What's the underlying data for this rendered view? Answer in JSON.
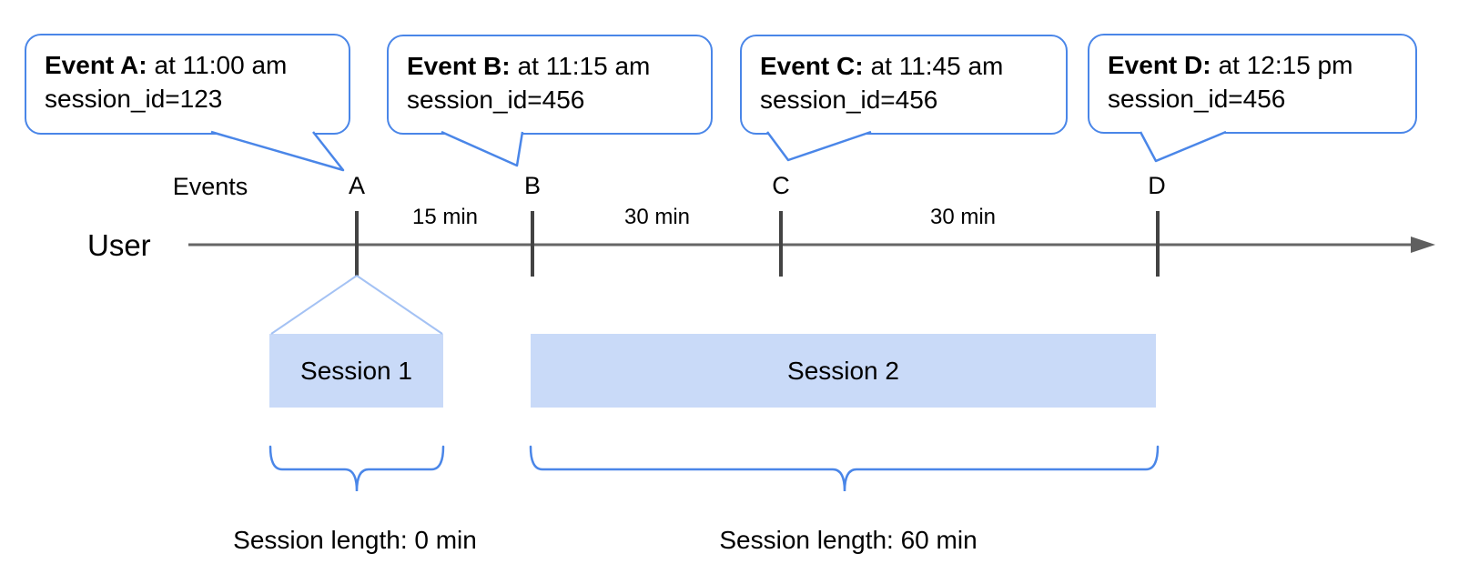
{
  "diagram": {
    "axis": {
      "events_label": "Events",
      "user_label": "User"
    },
    "bubbles": [
      {
        "bold": "Event A:",
        "time": "at 11:00 am",
        "session": "session_id=123"
      },
      {
        "bold": "Event B:",
        "time": "at 11:15 am",
        "session": "session_id=456"
      },
      {
        "bold": "Event C:",
        "time": "at 11:45 am",
        "session": "session_id=456"
      },
      {
        "bold": "Event D:",
        "time": "at 12:15 pm",
        "session": "session_id=456"
      }
    ],
    "event_markers": [
      "A",
      "B",
      "C",
      "D"
    ],
    "intervals": [
      "15 min",
      "30 min",
      "30 min"
    ],
    "sessions": [
      {
        "label": "Session 1",
        "length_label": "Session length: 0 min"
      },
      {
        "label": "Session 2",
        "length_label": "Session length: 60 min"
      }
    ],
    "colors": {
      "bubble_border": "#4a86e8",
      "brace": "#4a86e8",
      "session_fill": "#c9daf8",
      "funnel_line": "#a4c2f4",
      "axis": "#666666",
      "tick": "#434343",
      "text": "#000000"
    }
  }
}
